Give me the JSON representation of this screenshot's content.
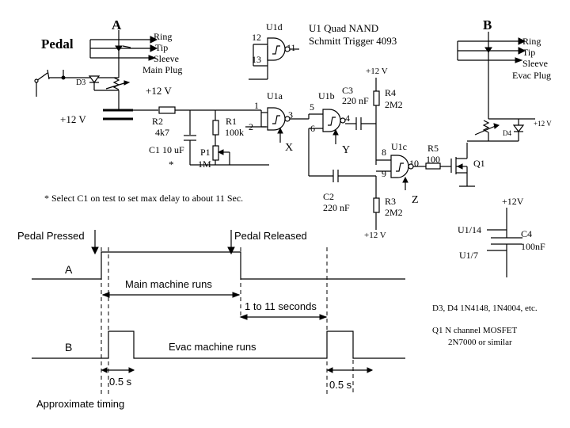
{
  "circuit": {
    "plug_a": "A",
    "plug_b": "B",
    "pedal": "Pedal",
    "ring": "Ring",
    "tip": "Tip",
    "sleeve": "Sleeve",
    "main_plug": "Main Plug",
    "evac_plug": "Evac Plug",
    "d3": "D3",
    "d4": "D4",
    "plus12": "+12 V",
    "plus12_left": "+12 V",
    "plus12_right": "+12 V",
    "plus12_top": "+12 V",
    "plus12_bottom": "+12 V",
    "u1d": "U1d",
    "u1a": "U1a",
    "u1b": "U1b",
    "u1c": "U1c",
    "u1_title": "U1  Quad NAND",
    "u1_subtitle": "Schmitt Trigger 4093",
    "pin12": "12",
    "pin13": "13",
    "pin11": "11",
    "pin1": "1",
    "pin2": "2",
    "pin3": "3",
    "pin5": "5",
    "pin6": "6",
    "pin4": "4",
    "pin8": "8",
    "pin9": "9",
    "pin10": "10",
    "r2": "R2",
    "r2_val": "4k7",
    "r1": "R1",
    "r1_val": "100k",
    "c1": "C1 10 uF",
    "c1_star": "*",
    "p1": "P1",
    "p1_val": "1M",
    "x": "X",
    "y": "Y",
    "z": "Z",
    "c3": "C3",
    "c3_val": "220 nF",
    "r4": "R4",
    "r4_val": "2M2",
    "c2": "C2",
    "c2_val": "220 nF",
    "r3": "R3",
    "r3_val": "2M2",
    "r5": "R5",
    "r5_val": "100",
    "q1": "Q1",
    "note": "*  Select C1 on test to set max  delay to about 11 Sec.",
    "plus12v": "+12V",
    "u1_14": "U1/14",
    "u1_7": "U1/7",
    "c4": "C4",
    "c4_val": "100nF",
    "diodes_note": "D3, D4 1N4148, 1N4004, etc.",
    "q1_note": "Q1 N channel MOSFET",
    "q1_note2": "2N7000 or similar"
  },
  "timing": {
    "pedal_pressed": "Pedal Pressed",
    "pedal_released": "Pedal Released",
    "a": "A",
    "b": "B",
    "main_runs": "Main machine runs",
    "delay": "1 to 11 seconds",
    "evac_runs": "Evac machine runs",
    "half_left": "0.5 s",
    "half_right": "0.5 s",
    "approx": "Approximate timing"
  }
}
